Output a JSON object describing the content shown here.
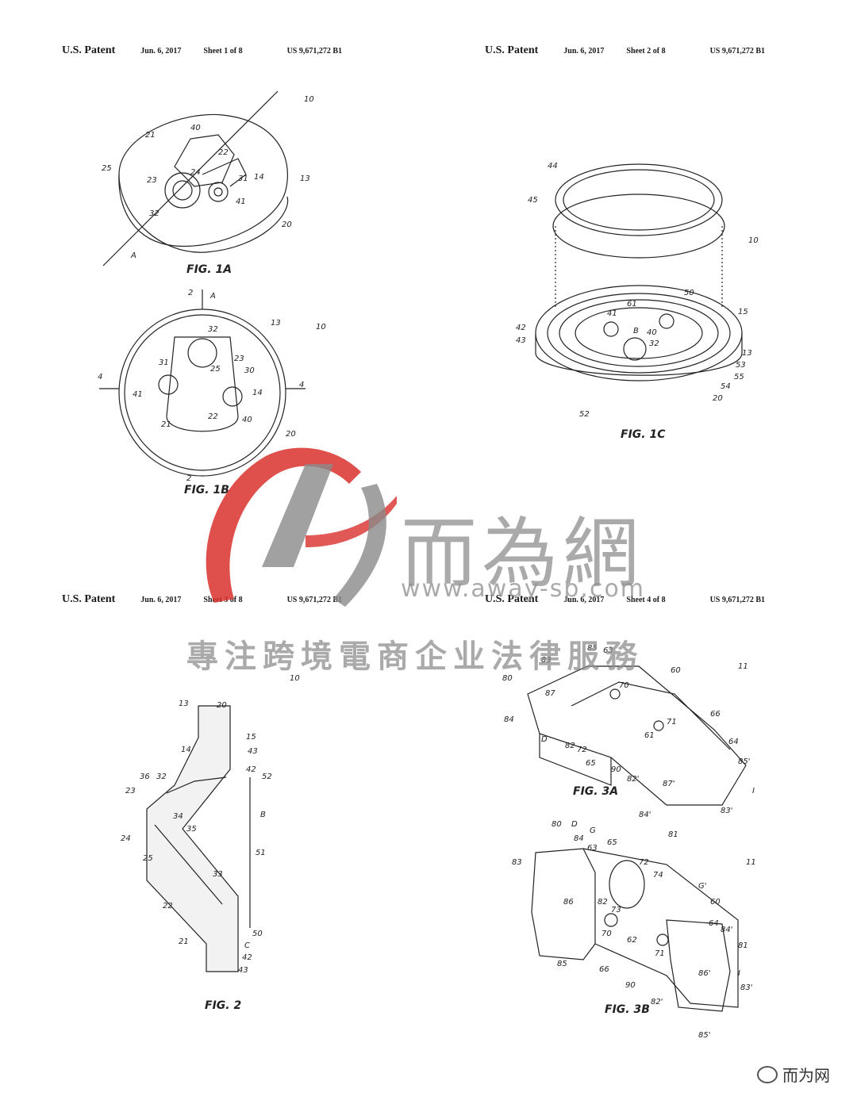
{
  "sheets": [
    {
      "patent": "U.S. Patent",
      "date": "Jun. 6, 2017",
      "sheet": "Sheet 1 of 8",
      "number": "US 9,671,272 B1"
    },
    {
      "patent": "U.S. Patent",
      "date": "Jun. 6, 2017",
      "sheet": "Sheet 2 of 8",
      "number": "US 9,671,272 B1"
    },
    {
      "patent": "U.S. Patent",
      "date": "Jun. 6, 2017",
      "sheet": "Sheet 3 of 8",
      "number": "US 9,671,272 B1"
    },
    {
      "patent": "U.S. Patent",
      "date": "Jun. 6, 2017",
      "sheet": "Sheet 4 of 8",
      "number": "US 9,671,272 B1"
    }
  ],
  "figures": {
    "fig1a": "FIG. 1A",
    "fig1b": "FIG. 1B",
    "fig1c": "FIG. 1C",
    "fig2": "FIG. 2",
    "fig3a": "FIG. 3A",
    "fig3b": "FIG. 3B"
  },
  "refs": {
    "fig1a": [
      "10",
      "21",
      "40",
      "22",
      "25",
      "23",
      "24",
      "31",
      "14",
      "13",
      "32",
      "41",
      "20",
      "A"
    ],
    "fig1b": [
      "2",
      "A",
      "32",
      "13",
      "10",
      "31",
      "23",
      "25",
      "30",
      "4",
      "41",
      "14",
      "4",
      "21",
      "22",
      "40",
      "20",
      "2"
    ],
    "fig1c": [
      "44",
      "45",
      "10",
      "50",
      "61",
      "41",
      "40",
      "B",
      "42",
      "43",
      "32",
      "15",
      "13",
      "53",
      "55",
      "54",
      "20",
      "52"
    ],
    "fig2": [
      "13",
      "20",
      "10",
      "15",
      "14",
      "43",
      "42",
      "52",
      "36",
      "32",
      "23",
      "34",
      "B",
      "35",
      "24",
      "25",
      "51",
      "33",
      "22",
      "21",
      "50",
      "C",
      "42",
      "43"
    ],
    "fig3a": [
      "83",
      "85",
      "63",
      "60",
      "11",
      "80",
      "87",
      "70",
      "84",
      "66",
      "71",
      "D",
      "82",
      "72",
      "61",
      "64",
      "65",
      "90",
      "85'",
      "87'",
      "I",
      "82'",
      "84'",
      "83'",
      "81"
    ],
    "fig3b": [
      "80",
      "D",
      "G",
      "84",
      "65",
      "63",
      "72",
      "83",
      "74",
      "11",
      "86",
      "82",
      "G'",
      "60",
      "73",
      "70",
      "64",
      "84'",
      "62",
      "71",
      "81",
      "66",
      "85",
      "90",
      "I",
      "86'",
      "83'",
      "82'",
      "85'"
    ]
  },
  "watermark": {
    "brand": "而為網",
    "url": "www.away-sp.com",
    "slogan": "專注跨境電商企业法律服務",
    "account": "而为网",
    "colors": {
      "red": "#d9302c",
      "gray": "#8a8a8a"
    }
  }
}
